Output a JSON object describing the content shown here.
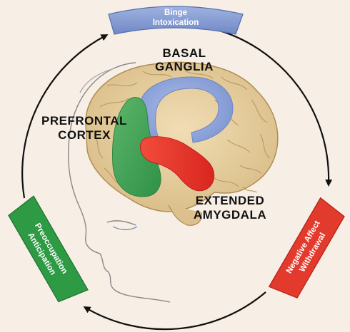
{
  "regions": {
    "basal_ganglia": [
      "Basal",
      "Ganglia"
    ],
    "prefrontal_cortex": [
      "Prefrontal",
      "Cortex"
    ],
    "extended_amygdala": [
      "Extended",
      "Amygdala"
    ]
  },
  "stages": {
    "binge": [
      "Binge",
      "Intoxication"
    ],
    "negative": [
      "Negative Affect",
      "Withdrawal"
    ],
    "preoccupation": [
      "Preoccupation",
      "Anticipation"
    ]
  },
  "colors": {
    "background": "#f7efe6",
    "binge_box": "#8fa5d6",
    "negative_box": "#e23a2c",
    "preoccupation_box": "#2e9a44",
    "basal_ganglia": "#8ca3dc",
    "prefrontal_cortex": "#3aa155",
    "extended_amygdala": "#e8302a",
    "brain": "#e6cfa2"
  }
}
